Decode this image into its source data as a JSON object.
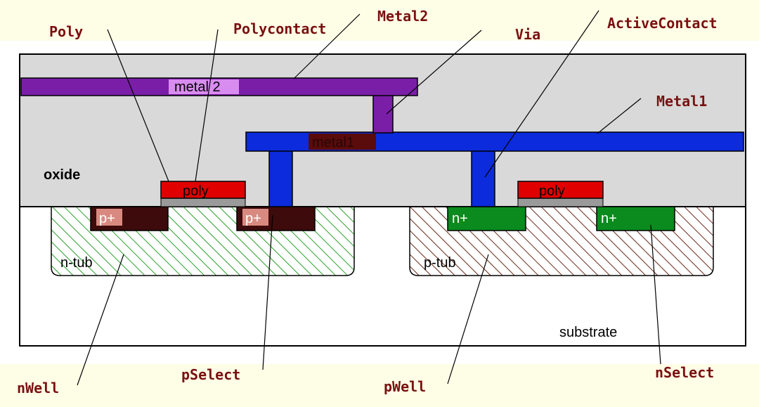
{
  "colors": {
    "page_background": "#fefde6",
    "cross_section_background": "#ffffff",
    "oxide": "#d9d9d9",
    "substrate": "#ffffff",
    "outline": "#000000",
    "metal2": "#7a1ea8",
    "metal2_label_fill": "#d98cf0",
    "metal1": "#0b2bdc",
    "metal1_label_fill": "#5a0b0b",
    "via": "#7a1ea8",
    "active_contact": "#0b2bdc",
    "poly": "#e00000",
    "gate_oxide": "#9a9a9a",
    "p_diffusion": "#3d0b0b",
    "p_plus_label_fill": "#d98a80",
    "n_diffusion": "#0b8a1e",
    "n_tub_hatch": "#2aa02a",
    "p_tub_hatch": "#6b2a1a",
    "callout_text": "#7a1010"
  },
  "callouts": {
    "poly": "Poly",
    "polycontact": "Polycontact",
    "metal2": "Metal2",
    "via": "Via",
    "active_contact": "ActiveContact",
    "metal1": "Metal1",
    "nwell": "nWell",
    "pselect": "pSelect",
    "pwell": "pWell",
    "nselect": "nSelect"
  },
  "regions": {
    "metal2": "metal 2",
    "metal1": "metal1",
    "oxide": "oxide",
    "poly_left": "poly",
    "poly_right": "poly",
    "p_plus_left": "p+",
    "p_plus_right": "p+",
    "n_plus_left": "n+",
    "n_plus_right": "n+",
    "n_tub": "n-tub",
    "p_tub": "p-tub",
    "substrate": "substrate"
  }
}
